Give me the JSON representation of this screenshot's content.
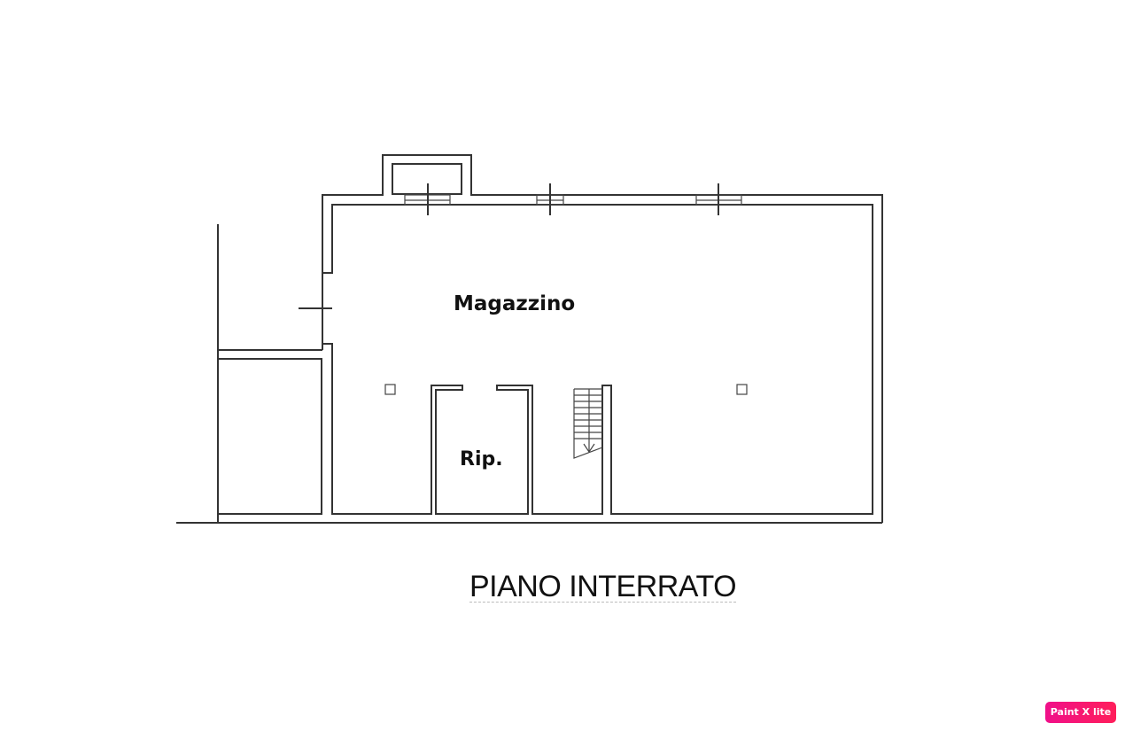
{
  "plan": {
    "rooms": [
      {
        "label": "Magazzino"
      },
      {
        "label": "Rip."
      }
    ],
    "title": "PIANO INTERRATO"
  },
  "badge": {
    "label": "Paint X lite",
    "color": "#f0108a"
  }
}
